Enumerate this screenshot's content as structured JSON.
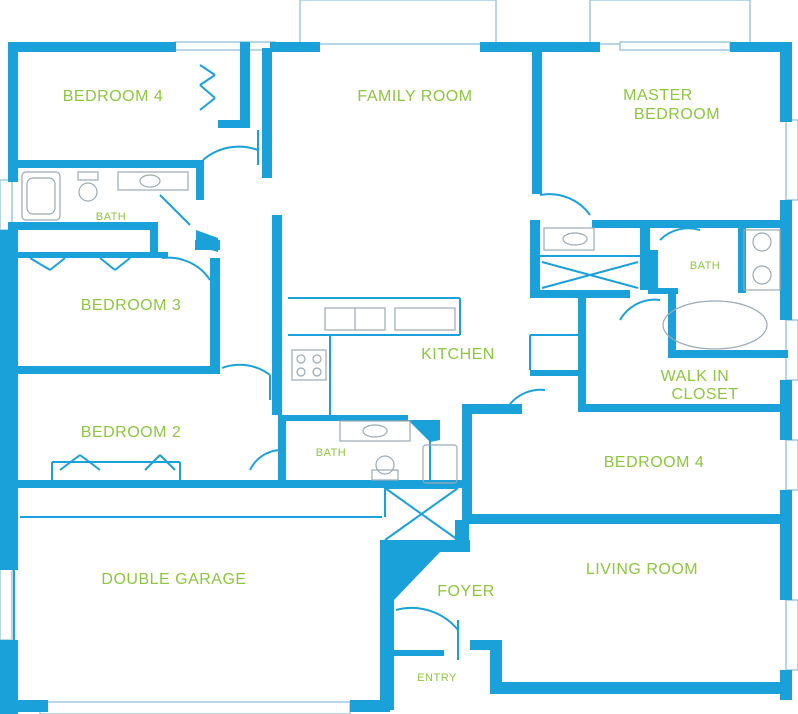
{
  "colors": {
    "wall": "#1ba1d9",
    "label": "#8dc63f",
    "fixture": "#9aa9b3"
  },
  "rooms": {
    "bedroom4_top": "BEDROOM 4",
    "family_room": "FAMILY ROOM",
    "master_bedroom_1": "MASTER",
    "master_bedroom_2": "BEDROOM",
    "bath_1": "BATH",
    "bedroom3": "BEDROOM 3",
    "kitchen": "KITCHEN",
    "bath_master": "BATH",
    "walk_in_1": "WALK IN",
    "walk_in_2": "CLOSET",
    "bedroom2": "BEDROOM 2",
    "bath_2": "BATH",
    "bedroom4_right": "BEDROOM 4",
    "double_garage": "DOUBLE GARAGE",
    "living_room": "LIVING ROOM",
    "foyer": "FOYER",
    "entry": "ENTRY"
  }
}
